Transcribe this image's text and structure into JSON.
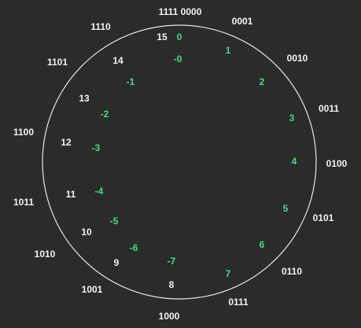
{
  "colors": {
    "background": "#2b2b2b",
    "circle": "#e8e8e8",
    "binary_label": "#f2f2f2",
    "unsigned_label": "#f2f2f2",
    "signed_label": "#3ee07a"
  },
  "binary_labels": [
    "1111 0000",
    "0001",
    "0010",
    "0011",
    "0100",
    "0101",
    "0110",
    "0111",
    "1000",
    "1001",
    "1010",
    "1011",
    "1100",
    "1101",
    "1110"
  ],
  "unsigned_labels": [
    "15",
    "14",
    "13",
    "12",
    "11",
    "10",
    "9",
    "8"
  ],
  "signed_labels": [
    "0",
    "-0",
    "1",
    "2",
    "3",
    "4",
    "5",
    "6",
    "7",
    "-1",
    "-2",
    "-3",
    "-4",
    "-5",
    "-6",
    "-7"
  ]
}
